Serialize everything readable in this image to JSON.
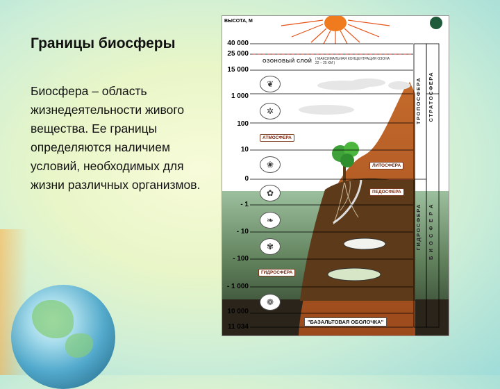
{
  "slide": {
    "title": "Границы биосферы",
    "body": "Биосфера – область жизнедеятельности живого вещества. Ее границы определяются наличием условий, необходимых для жизни различных организмов."
  },
  "diagram": {
    "altitude_header": "ВЫСОТА, М",
    "altitude_labels": [
      "40 000",
      "25 000",
      "15 000",
      "1 000",
      "100",
      "10",
      "0",
      "- 1",
      "- 10",
      "- 100",
      "- 1 000",
      "10 000",
      "11 034"
    ],
    "ozone_label": "ОЗОНОВЫЙ СЛОЙ",
    "ozone_note": "( МАКСИМАЛЬНАЯ КОНЦЕНТРАЦИЯ ОЗОНА 22 – 25 КМ )",
    "spheres": {
      "atmosphere": "АТМОСФЕРА",
      "lithosphere": "ЛИТОСФЕРА",
      "pedosphere": "ПЕДОСФЕРА",
      "hydrosphere": "ГИДРОСФЕРА"
    },
    "basalt_shell": "\"БАЗАЛЬТОВАЯ ОБОЛОЧКА\"",
    "side_labels": {
      "stratosphere": "СТРАТОСФЕРА",
      "troposphere": "ТРОПОСФЕРА",
      "hydrosphere_side": "ГИДРОСФЕРА",
      "bio_outer": "Б И О С Ф Е Р А"
    },
    "colors": {
      "mountain": "#b85a24",
      "soil": "#5a3618",
      "ocean_top": "#89ad8e",
      "ocean_bottom": "#2c3a2a",
      "sky": "#ffffff",
      "sun": "#e65318"
    }
  }
}
